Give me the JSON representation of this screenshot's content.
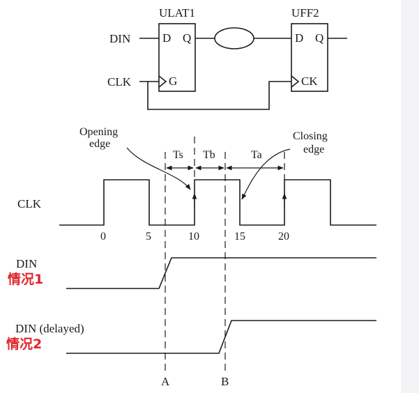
{
  "colors": {
    "ink": "#1a1a1a",
    "case_label": "#e0252b",
    "edge_strip": "#f4f4f6"
  },
  "circuit": {
    "latch": {
      "name": "ULAT1",
      "pin_d": "D",
      "pin_q": "Q",
      "pin_g": "G"
    },
    "flipflop": {
      "name": "UFF2",
      "pin_d": "D",
      "pin_q": "Q",
      "pin_ck": "CK"
    },
    "input_din": "DIN",
    "input_clk": "CLK"
  },
  "timing": {
    "annotations": {
      "opening_line1": "Opening",
      "opening_line2": "edge",
      "closing_line1": "Closing",
      "closing_line2": "edge"
    },
    "intervals": [
      "Ts",
      "Tb",
      "Ta"
    ],
    "clk_label": "CLK",
    "ticks": [
      "0",
      "5",
      "10",
      "15",
      "20"
    ],
    "markers": [
      "A",
      "B"
    ]
  },
  "cases": [
    {
      "signal": "DIN",
      "label": "情况1"
    },
    {
      "signal": "DIN (delayed)",
      "label": "情况2"
    }
  ]
}
